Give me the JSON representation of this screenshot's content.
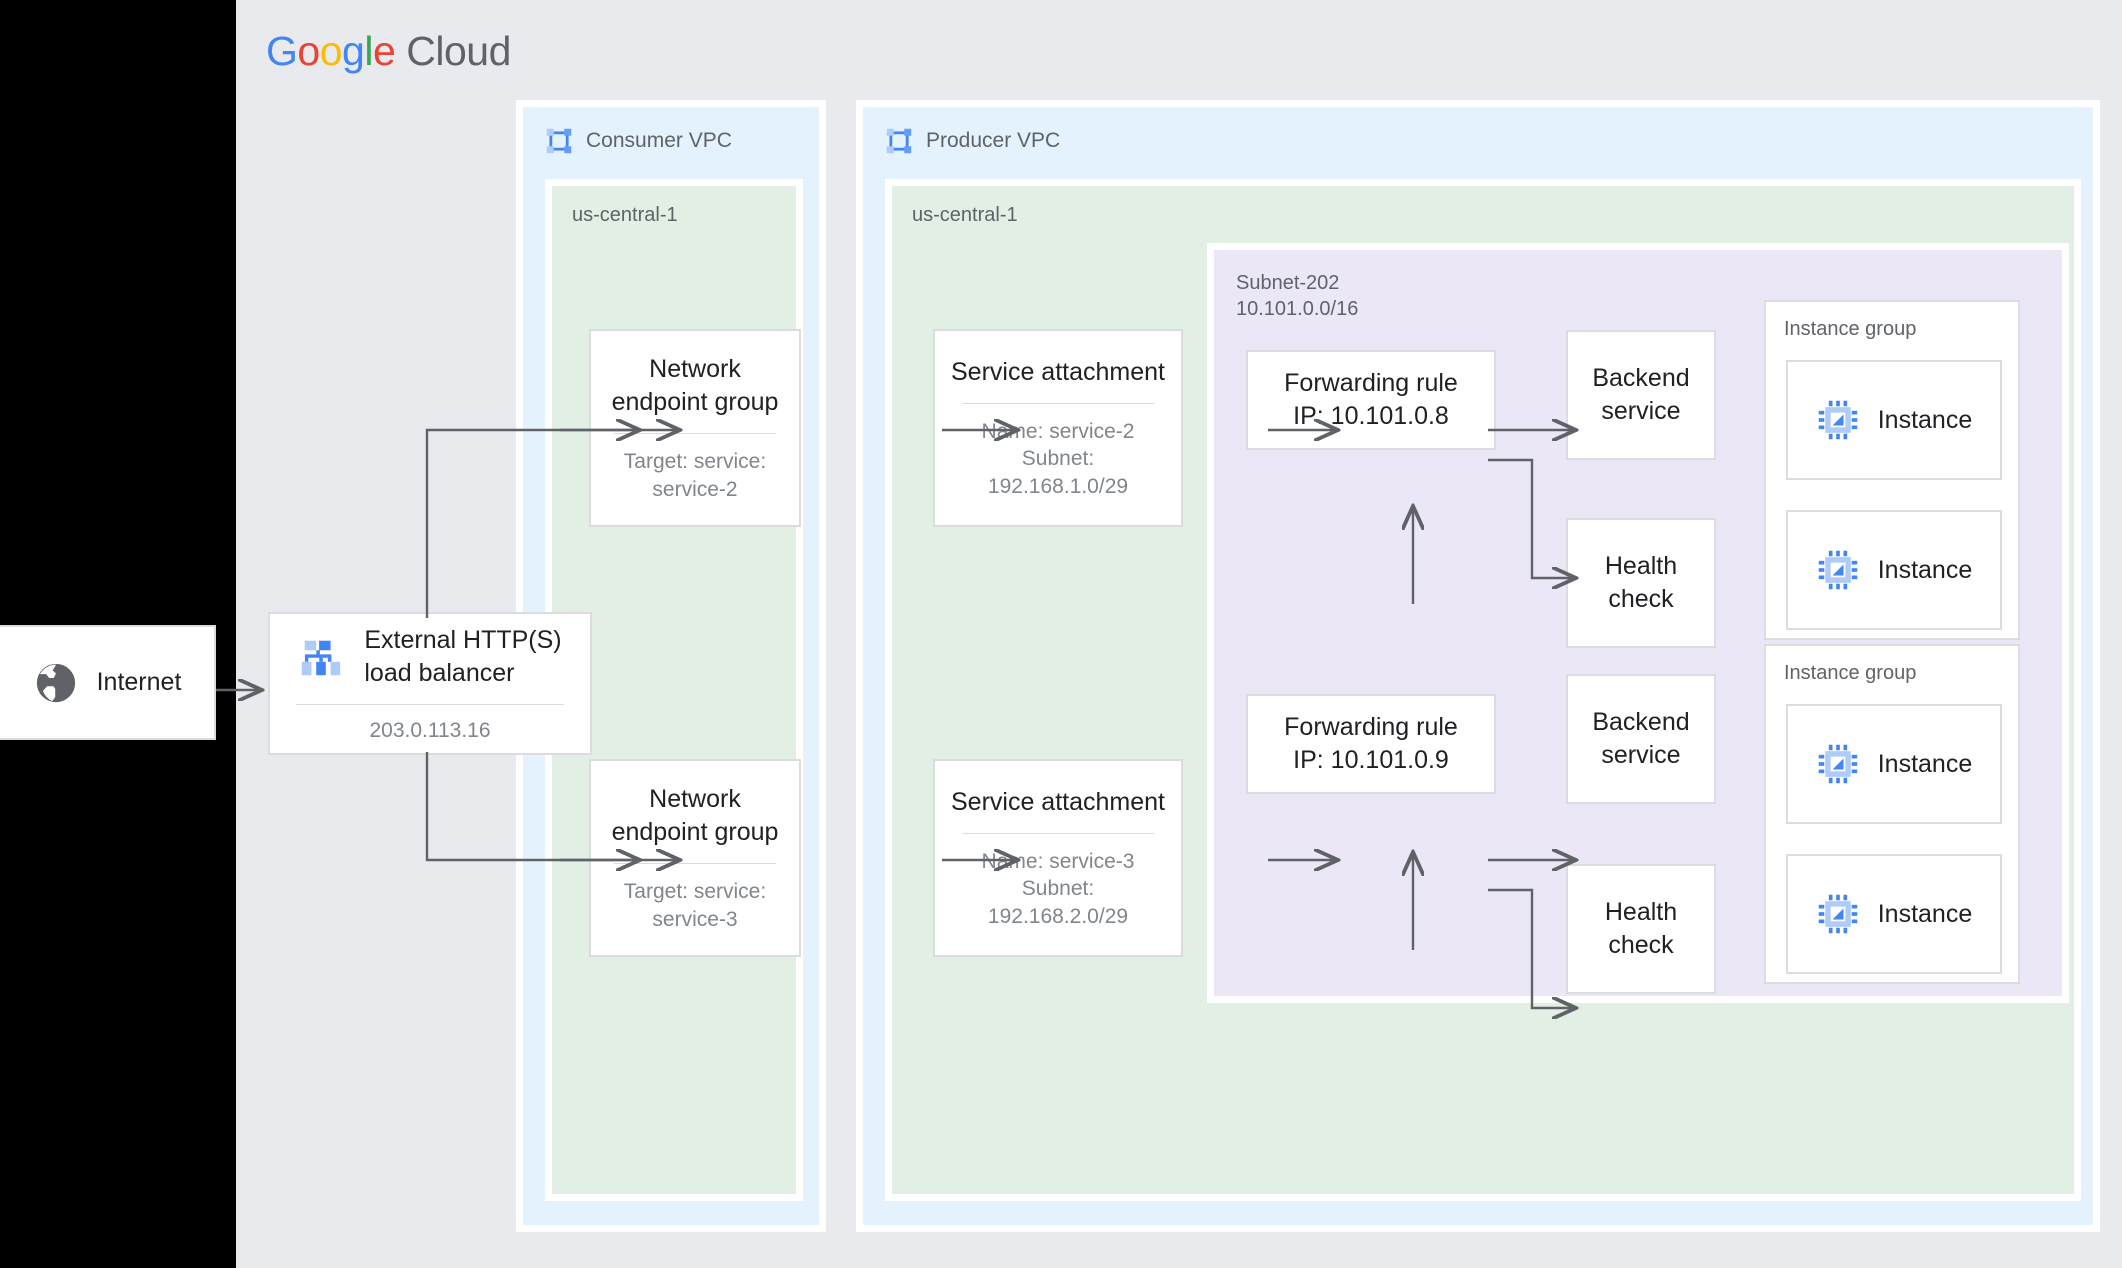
{
  "brand": {
    "logo_google": [
      "G",
      "o",
      "o",
      "g",
      "l",
      "e"
    ],
    "logo_cloud": "Cloud",
    "colors": {
      "blue": "#4285f4",
      "red": "#ea4335",
      "yellow": "#fbbc05",
      "green": "#34a853",
      "grey_text": "#5f6368",
      "canvas": "#e8eaed",
      "vpc_fill": "#e3f2fd",
      "region_fill": "#e2efe4",
      "subnet_fill": "#ece7f6",
      "card_border": "#dadce0",
      "connector": "#5f6368"
    }
  },
  "internet": {
    "label": "Internet",
    "icon": "globe-icon"
  },
  "load_balancer": {
    "icon": "load-balancer-icon",
    "title": "External HTTP(S)\nload balancer",
    "ip": "203.0.113.16"
  },
  "consumer_vpc": {
    "icon": "vpc-icon",
    "title": "Consumer VPC",
    "region": "us-central-1",
    "negs": [
      {
        "title": "Network\nendpoint group",
        "subtitle": "Target: service:\nservice-2"
      },
      {
        "title": "Network\nendpoint group",
        "subtitle": "Target: service:\nservice-3"
      }
    ]
  },
  "producer_vpc": {
    "icon": "vpc-icon",
    "title": "Producer VPC",
    "region": "us-central-1",
    "service_attachments": [
      {
        "title": "Service attachment",
        "subtitle": "Name: service-2\nSubnet:\n192.168.1.0/29"
      },
      {
        "title": "Service attachment",
        "subtitle": "Name: service-3\nSubnet:\n192.168.2.0/29"
      }
    ],
    "subnet": {
      "name": "Subnet-202",
      "cidr": "10.101.0.0/16"
    },
    "stacks": [
      {
        "forwarding_rule": "Forwarding rule\nIP: 10.101.0.8",
        "backend_service": "Backend\nservice",
        "health_check": "Health\ncheck",
        "instance_group": {
          "label": "Instance group",
          "instances": [
            {
              "label": "Instance",
              "icon": "instance-chip-icon"
            },
            {
              "label": "Instance",
              "icon": "instance-chip-icon"
            }
          ]
        }
      },
      {
        "forwarding_rule": "Forwarding rule\nIP: 10.101.0.9",
        "backend_service": "Backend\nservice",
        "health_check": "Health\ncheck",
        "instance_group": {
          "label": "Instance group",
          "instances": [
            {
              "label": "Instance",
              "icon": "instance-chip-icon"
            },
            {
              "label": "Instance",
              "icon": "instance-chip-icon"
            }
          ]
        }
      }
    ]
  }
}
